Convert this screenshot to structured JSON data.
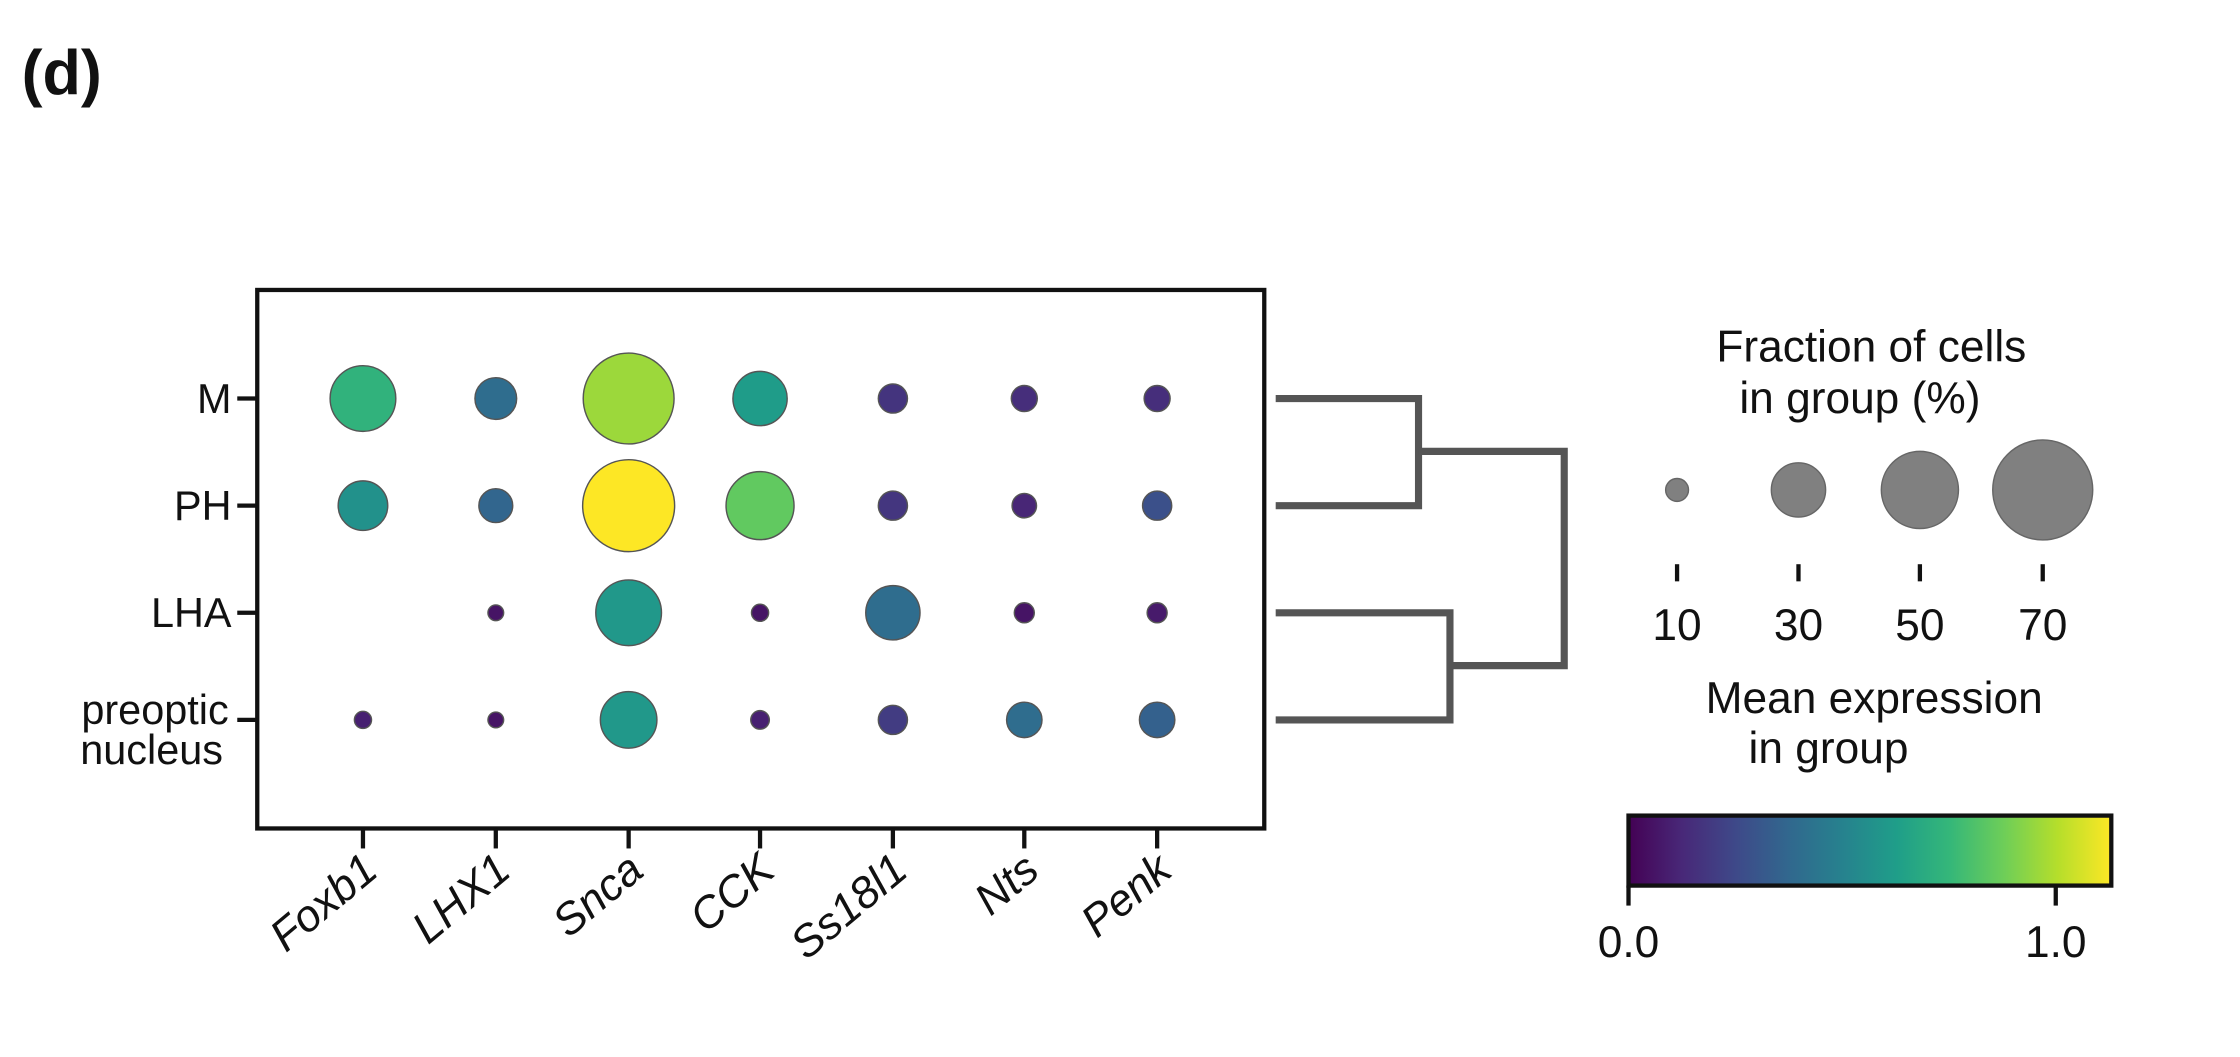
{
  "panel_label": "(d)",
  "chart_data": {
    "type": "dotplot",
    "genes": [
      "Foxb1",
      "LHX1",
      "Snca",
      "CCK",
      "Ss18l1",
      "Nts",
      "Penk"
    ],
    "groups": [
      {
        "label": [
          "M"
        ],
        "name": "M"
      },
      {
        "label": [
          "PH"
        ],
        "name": "PH"
      },
      {
        "label": [
          "LHA"
        ],
        "name": "LHA"
      },
      {
        "label": [
          "preoptic",
          "nucleus"
        ],
        "name": "preoptic nucleus"
      }
    ],
    "fraction_pct": [
      [
        40,
        22,
        62,
        30,
        14,
        12,
        12
      ],
      [
        27,
        17,
        63,
        42,
        14,
        11,
        14
      ],
      [
        0,
        5,
        40,
        6,
        30,
        8,
        8
      ],
      [
        6,
        5,
        32,
        7,
        14,
        18,
        18
      ]
    ],
    "mean_expression": [
      [
        0.73,
        0.4,
        0.96,
        0.62,
        0.17,
        0.15,
        0.15
      ],
      [
        0.57,
        0.37,
        1.13,
        0.85,
        0.18,
        0.12,
        0.28
      ],
      [
        0,
        0.06,
        0.6,
        0.06,
        0.4,
        0.06,
        0.08
      ],
      [
        0.1,
        0.06,
        0.6,
        0.1,
        0.2,
        0.4,
        0.35
      ]
    ],
    "dendrogram": "((M,PH),(LHA,preoptic nucleus))",
    "size_legend": {
      "title": [
        "Fraction of cells",
        "in group (%)"
      ],
      "values": [
        10,
        30,
        50,
        70
      ],
      "labels": [
        "10",
        "30",
        "50",
        "70"
      ]
    },
    "color_legend": {
      "title": [
        "Mean expression",
        "in group"
      ],
      "colormap": "viridis",
      "range": [
        0.0,
        1.13
      ],
      "tick_labels": [
        "0.0",
        "1.0"
      ],
      "ticks": [
        0.0,
        1.0
      ]
    },
    "dot_edge_color": "#555555",
    "size_legend_color": "#808080",
    "dendrogram_color": "#555555"
  }
}
